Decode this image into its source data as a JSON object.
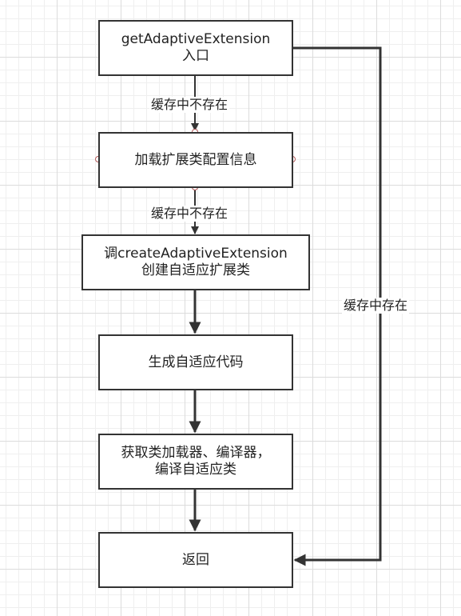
{
  "colors": {
    "stroke": "#333333",
    "handle": "#b25a5a",
    "text": "#222222"
  },
  "nodes": {
    "entry": {
      "line1": "getAdaptiveExtension",
      "line2": "入口"
    },
    "load": {
      "line1": "加载扩展类配置信息"
    },
    "create": {
      "line1": "调createAdaptiveExtension",
      "line2": "创建自适应扩展类"
    },
    "generate": {
      "line1": "生成自适应代码"
    },
    "compile": {
      "line1": "获取类加载器、编译器，",
      "line2": "编译自适应类"
    },
    "return": {
      "line1": "返回"
    }
  },
  "edges": {
    "label_not_in_cache_1": "缓存中不存在",
    "label_not_in_cache_2": "缓存中不存在",
    "label_in_cache": "缓存中存在"
  }
}
